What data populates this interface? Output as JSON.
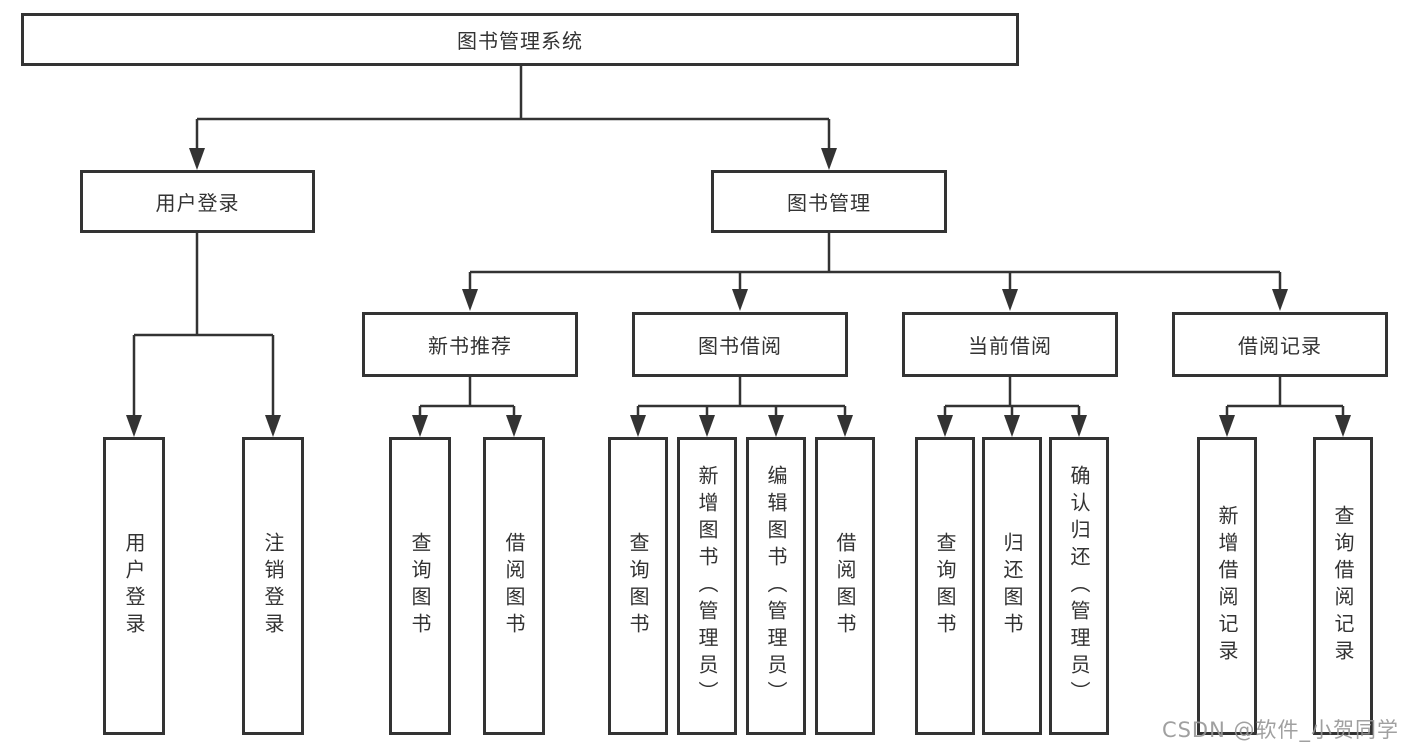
{
  "diagram": {
    "title": "图书管理系统",
    "nodes": {
      "user_login": "用户登录",
      "book_management": "图书管理",
      "new_recommend": "新书推荐",
      "book_borrow": "图书借阅",
      "current_borrow": "当前借阅",
      "borrow_record": "借阅记录"
    },
    "leaves": {
      "user": [
        "用户登录",
        "注销登录"
      ],
      "recommend": [
        "查询图书",
        "借阅图书"
      ],
      "borrow": [
        "查询图书",
        "新增图书（管理员）",
        "编辑图书（管理员）",
        "借阅图书"
      ],
      "current": [
        "查询图书",
        "归还图书",
        "确认归还（管理员）"
      ],
      "record": [
        "新增借阅记录",
        "查询借阅记录"
      ]
    }
  },
  "watermark": "CSDN @软件_小贺同学",
  "colors": {
    "line": "#333333",
    "text": "#333333",
    "watermark": "#969696",
    "background": "#ffffff"
  }
}
